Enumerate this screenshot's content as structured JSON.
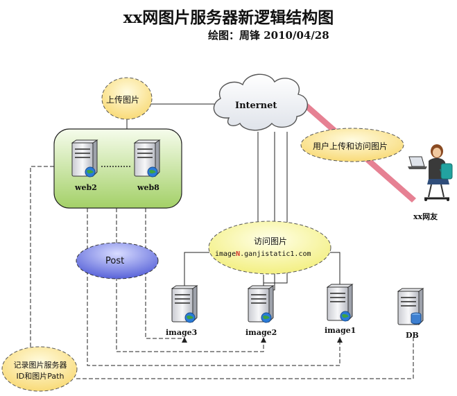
{
  "title": "xx网图片服务器新逻辑结构图",
  "subtitle": "绘图：周锋 2010/04/28",
  "labels": {
    "upload": "上传图片",
    "internet": "Internet",
    "user_upload_visit": "用户上传和访问图片",
    "user": "xx网友",
    "visit": "访问图片",
    "visit_domain_prefix": "image",
    "visit_domain_n": "N",
    "visit_domain_suffix": ".ganjistatic1.com",
    "post": "Post",
    "record_line1": "记录图片服务器",
    "record_line2": "ID和图片Path"
  },
  "servers": {
    "web2": "web2",
    "web8": "web8",
    "image3": "image3",
    "image2": "image2",
    "image1": "image1",
    "db": "DB"
  },
  "colors": {
    "web_group_fill_top": "#f4fbe6",
    "web_group_fill_bottom": "#a9d46f",
    "upload_oval": "#fde49a",
    "visit_oval": "#fbf9a6",
    "post_oval": "#6f79e6",
    "record_oval": "#fde49a",
    "laser": "#e0506a"
  }
}
